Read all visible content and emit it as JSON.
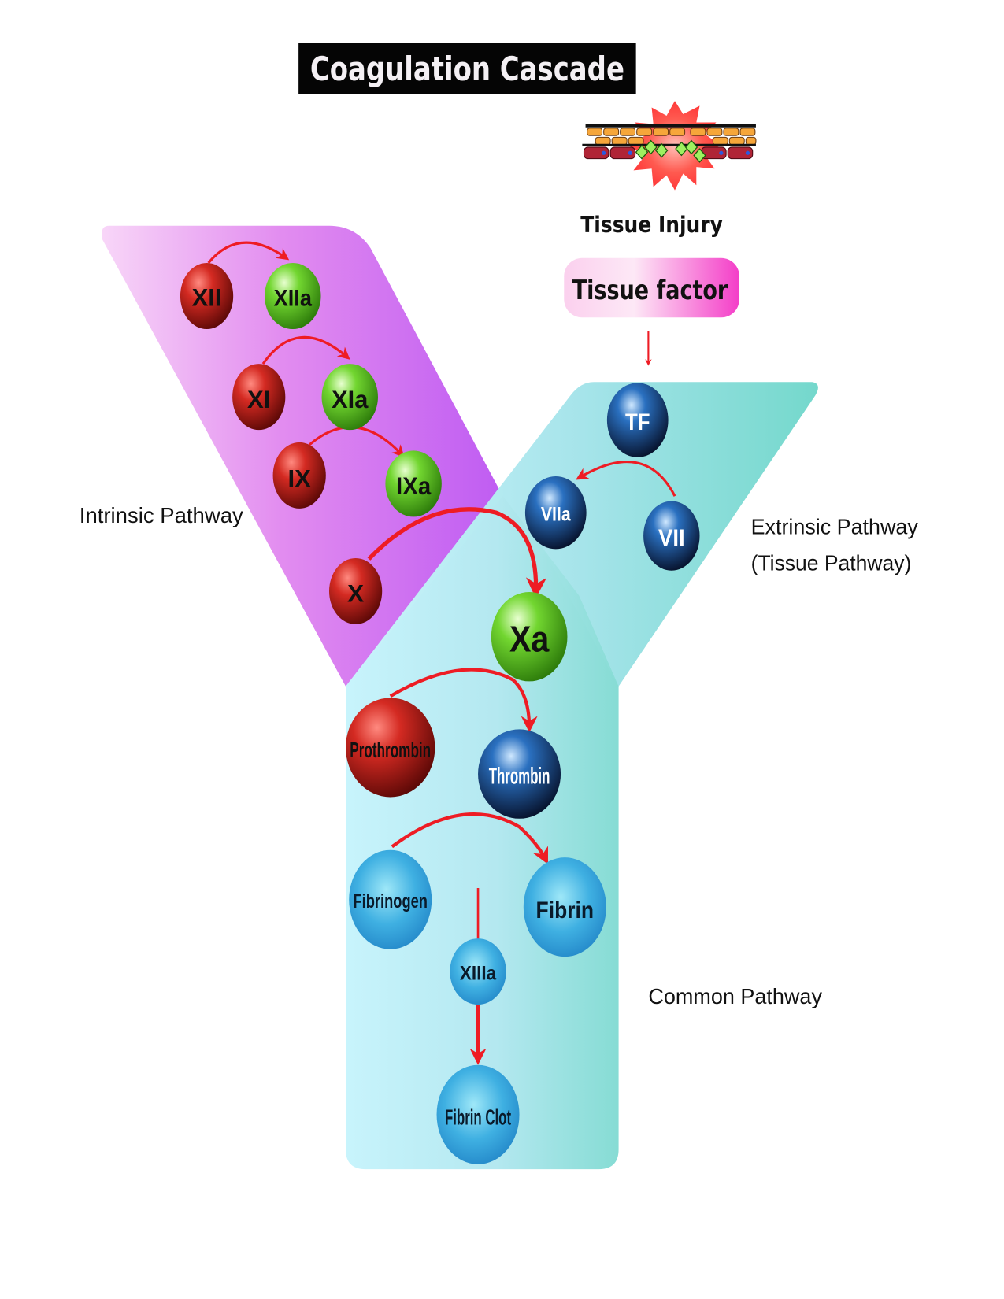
{
  "title": "Coagulation Cascade",
  "injury": {
    "label": "Tissue Injury",
    "factor_label": "Tissue factor",
    "tf_glyph": "TF"
  },
  "pathways": {
    "intrinsic": "Intrinsic Pathway",
    "extrinsic_line1": "Extrinsic Pathway",
    "extrinsic_line2": "(Tissue Pathway)",
    "common": "Common Pathway"
  },
  "colors": {
    "inactive_red": "#c0201c",
    "active_green": "#5fc42a",
    "blue_dark": "#1d5aa0",
    "blue_light": "#36a6dc",
    "arrow_red": "#ee1c24",
    "intrinsic_purple": "#c460f0",
    "intrinsic_pink": "#f8d4f6",
    "extrinsic_teal": "#78d8d0",
    "common_cyan": "#c8f2fa",
    "title_bg": "#050505"
  },
  "nodes": {
    "xii": "XII",
    "xiia": "XIIa",
    "xi": "XI",
    "xia": "XIa",
    "ix": "IX",
    "ixa": "IXa",
    "x": "X",
    "xa": "Xa",
    "tf": "TF",
    "viia": "VIIa",
    "vii": "VII",
    "prothrombin": "Prothrombin",
    "thrombin": "Thrombin",
    "fibrinogen": "Fibrinogen",
    "fibrin": "Fibrin",
    "xiiia": "XIIIa",
    "fibrin_clot": "Fibrin Clot"
  },
  "icons": {
    "injury": "tissue-injury-icon",
    "arrow": "activation-arrow-icon"
  }
}
